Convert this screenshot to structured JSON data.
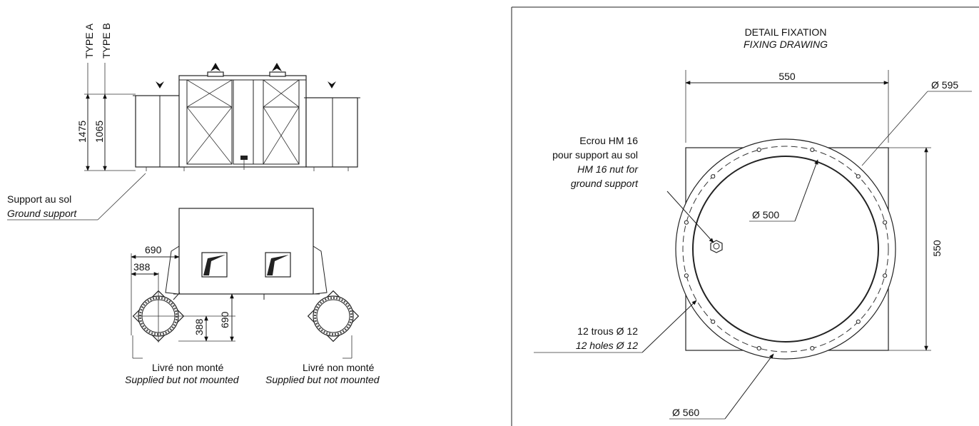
{
  "left_view": {
    "type_a": "TYPE A",
    "type_b": "TYPE B",
    "dim_1475": "1475",
    "dim_1065": "1065",
    "ground_support_fr": "Support au sol",
    "ground_support_en": "Ground support",
    "dim_690_h": "690",
    "dim_388_h": "388",
    "dim_388_v": "388",
    "dim_690_v": "690",
    "supplied_left_fr": "Livré non monté",
    "supplied_left_en": "Supplied but not mounted",
    "supplied_right_fr": "Livré non monté",
    "supplied_right_en": "Supplied but not mounted"
  },
  "right_view": {
    "title_fr": "DETAIL FIXATION",
    "title_en": "FIXING DRAWING",
    "dim_550_top": "550",
    "dim_550_right": "550",
    "dia_595": "Ø 595",
    "dia_500": "Ø 500",
    "dia_560": "Ø 560",
    "nut_fr_1": "Ecrou HM 16",
    "nut_fr_2": "pour support au sol",
    "nut_en_1": "HM 16 nut for",
    "nut_en_2": "ground support",
    "holes_fr": "12 trous Ø 12",
    "holes_en": "12 holes Ø 12"
  }
}
